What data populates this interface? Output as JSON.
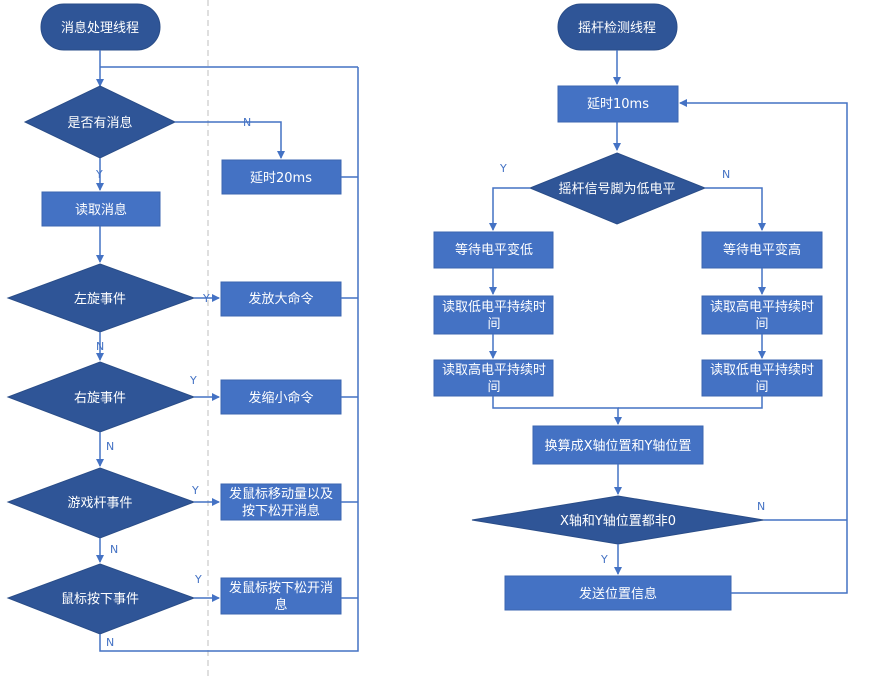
{
  "left": {
    "start": "消息处理线程",
    "has_message": "是否有消息",
    "delay": "延时20ms",
    "read_message": "读取消息",
    "left_rotate": "左旋事件",
    "zoom_in": "发放大命令",
    "right_rotate": "右旋事件",
    "zoom_out": "发缩小命令",
    "joystick_event": "游戏杆事件",
    "mouse_move_l1": "发鼠标移动量以及",
    "mouse_move_l2": "按下松开消息",
    "mouse_press_event": "鼠标按下事件",
    "press_release_l1": "发鼠标按下松开消",
    "press_release_l2": "息",
    "labels": {
      "n1": "N",
      "y1": "Y",
      "y2": "Y",
      "n2": "N",
      "y3": "Y",
      "n3": "N",
      "y4": "Y",
      "n4": "N",
      "y5": "Y",
      "n5": "N"
    }
  },
  "right": {
    "start": "摇杆检测线程",
    "delay": "延时10ms",
    "pin_low": "摇杆信号脚为低电平",
    "wait_low": "等待电平变低",
    "wait_high": "等待电平变高",
    "read_low_l1": "读取低电平持续时",
    "read_low_l2": "间",
    "read_high_l1": "读取高电平持续时",
    "read_high_l2": "间",
    "read_high_b_l1": "读取高电平持续时",
    "read_high_b_l2": "间",
    "read_low_b_l1": "读取低电平持续时",
    "read_low_b_l2": "间",
    "convert": "换算成X轴位置和Y轴位置",
    "nonzero": "X轴和Y轴位置都非0",
    "send": "发送位置信息",
    "labels": {
      "y1": "Y",
      "n1": "N",
      "n2": "N",
      "y2": "Y"
    }
  },
  "colors": {
    "box": "#4472c4",
    "diamond": "#2f5597",
    "line": "#4472c4"
  }
}
